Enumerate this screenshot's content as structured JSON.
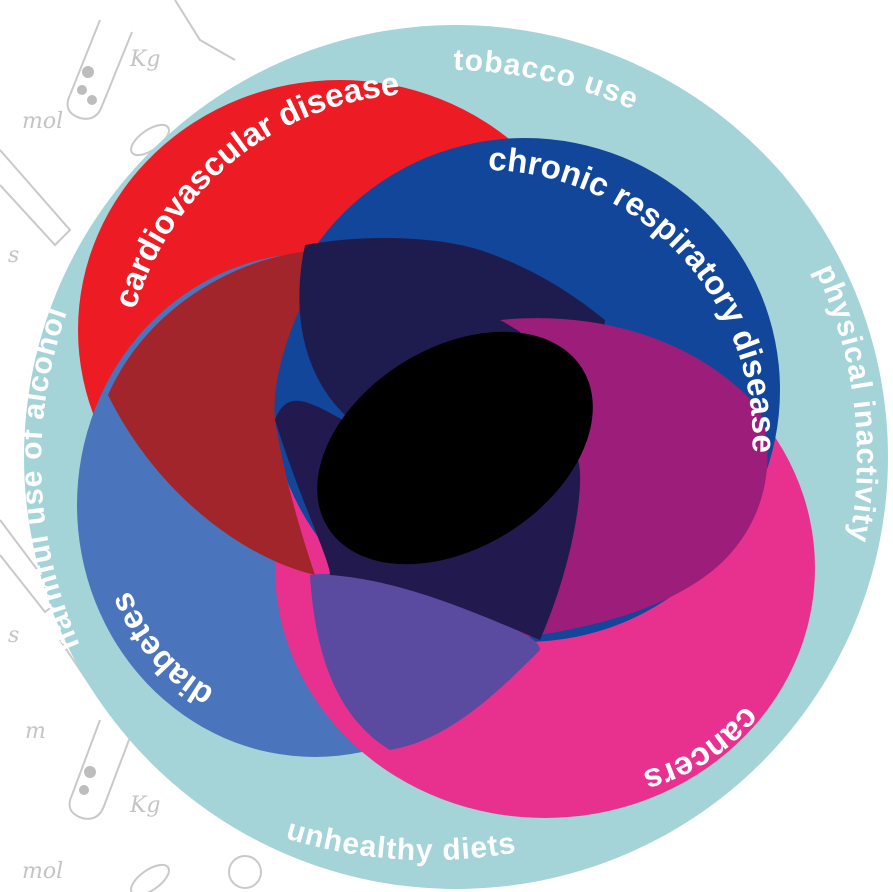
{
  "risk_factors": {
    "top": "tobacco use",
    "right": "physical inactivity",
    "bottom": "unhealthy diets",
    "left": "harmful use of alcohol"
  },
  "diseases": {
    "cardiovascular": "cardiovascular diseases",
    "respiratory": "chronic respiratory diseases",
    "diabetes": "diabetes",
    "cancers": "cancers"
  },
  "doodles": {
    "unit_kg": "Kg",
    "unit_mol": "mol",
    "unit_s": "s",
    "unit_m": "m"
  },
  "colors": {
    "ring": "#a5d4d8",
    "cardiovascular": "#ed1c24",
    "respiratory": "#11469b",
    "diabetes": "#4a74bb",
    "cancers": "#e8318f"
  }
}
